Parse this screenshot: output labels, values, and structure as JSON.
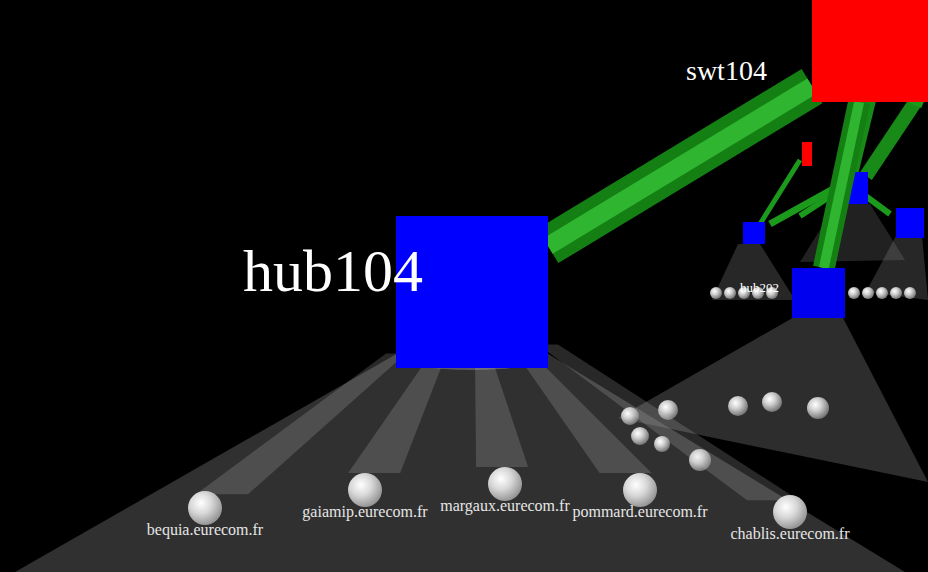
{
  "diagram": {
    "nodes": [
      {
        "text": [
          "swt104"
        ]
      },
      {
        "text": [
          "hub104"
        ]
      },
      {
        "text": [
          "hub202"
        ]
      },
      {
        "text": [
          "bequia.eurecom.fr"
        ]
      },
      {
        "text": [
          "gaiamip.eurecom.fr"
        ]
      },
      {
        "text": [
          "margaux.eurecom.fr"
        ]
      },
      {
        "text": [
          "pommard.eurecom.fr"
        ]
      },
      {
        "text": [
          "chablis.eurecom.fr"
        ]
      }
    ],
    "edges": [
      {
        "from": 1,
        "to": 0,
        "arrow": "none"
      },
      {
        "from": 0,
        "to": 2,
        "arrow": "none"
      },
      {
        "from": 1,
        "to": 3,
        "arrow": "none"
      },
      {
        "from": 1,
        "to": 4,
        "arrow": "none"
      },
      {
        "from": 1,
        "to": 5,
        "arrow": "none"
      },
      {
        "from": 1,
        "to": 6,
        "arrow": "none"
      },
      {
        "from": 1,
        "to": 7,
        "arrow": "none"
      }
    ]
  }
}
